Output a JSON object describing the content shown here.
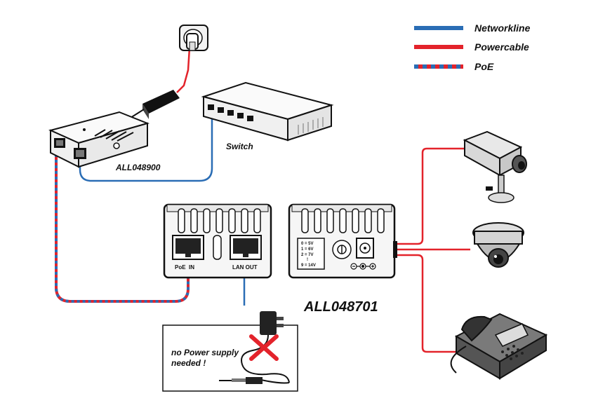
{
  "legend": {
    "network": "Networkline",
    "power": "Powercable",
    "poe": "PoE"
  },
  "devices": {
    "injector": "ALL048900",
    "switch": "Switch",
    "splitter": "ALL048701"
  },
  "splitter_ports": {
    "poe_in": "PoE  IN",
    "lan_out": "LAN OUT"
  },
  "voltage_table": [
    "0 = 5V",
    "1 = 6V",
    "2 = 7V",
    "!",
    "9 = 14V"
  ],
  "note": {
    "line1": "no Power supply",
    "line2": "needed !"
  },
  "colors": {
    "network": "#2a6db5",
    "power": "#e3232b",
    "outline": "#111111"
  }
}
